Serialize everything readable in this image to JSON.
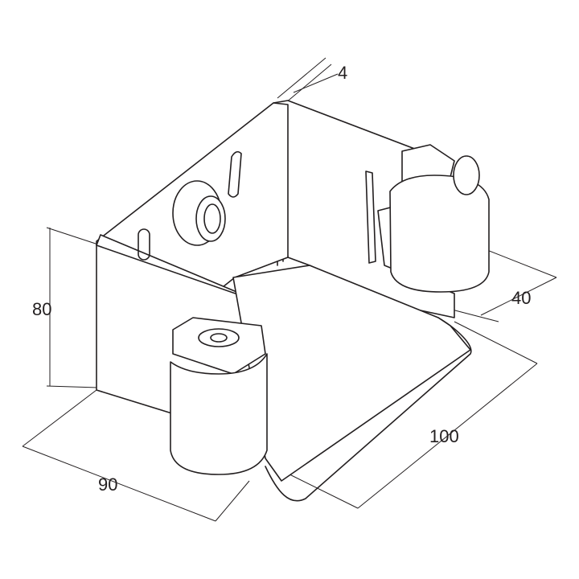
{
  "drawing": {
    "dimensions": {
      "thickness": "4",
      "height": "80",
      "roller_height": "40",
      "length": "100",
      "width": "90"
    },
    "line_color": "#231f20"
  }
}
